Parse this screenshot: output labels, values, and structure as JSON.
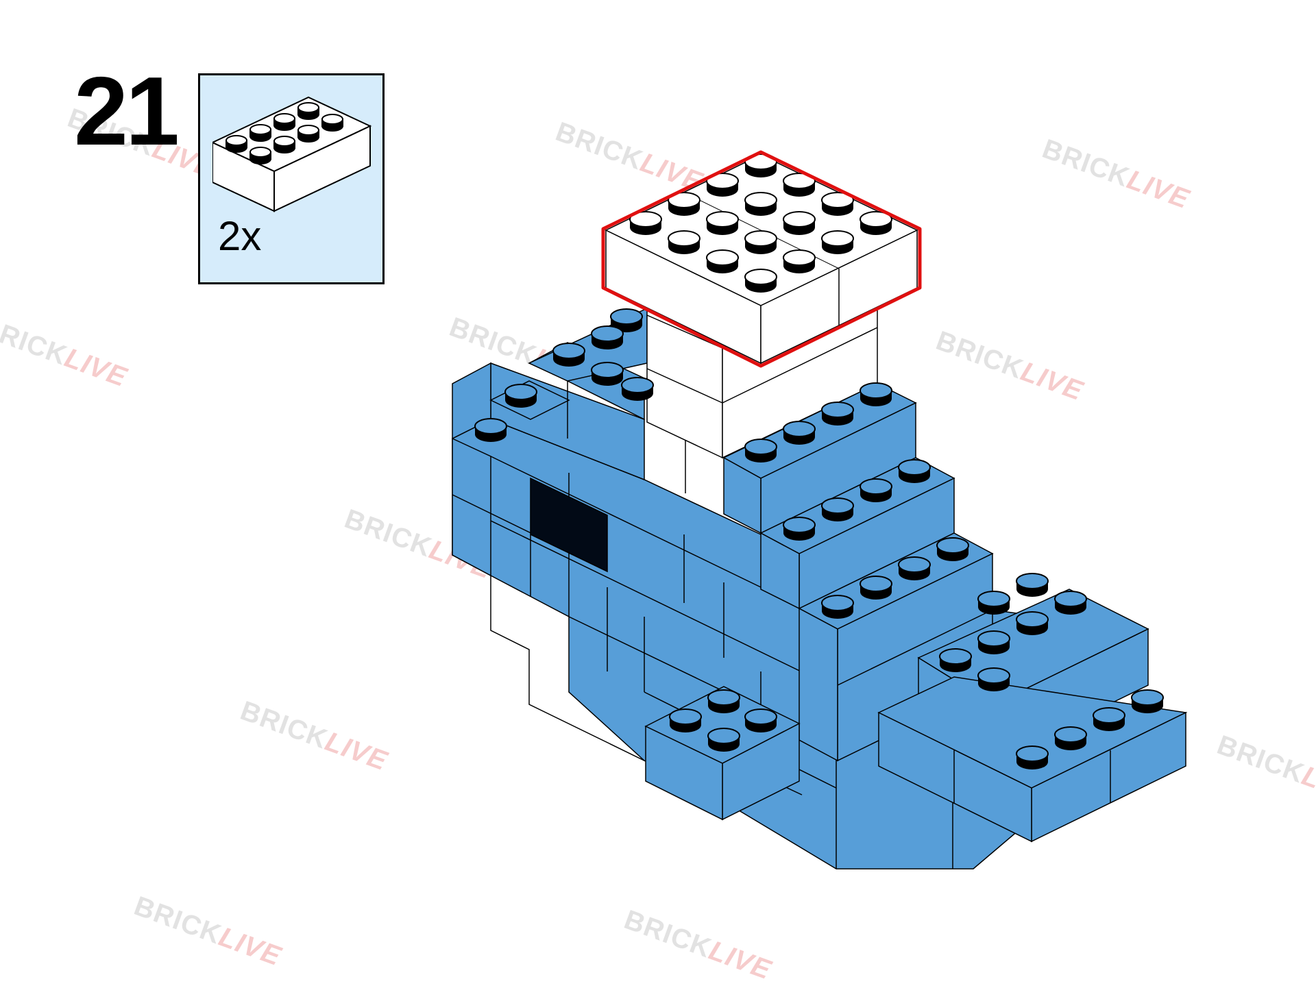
{
  "step": {
    "number": "21"
  },
  "parts_callout": {
    "quantity": "2x",
    "part": "white 2x4 brick",
    "part_color": "#ffffff"
  },
  "model": {
    "highlight_color": "#e01010",
    "colors": {
      "blue": "#579ed8",
      "white": "#ffffff",
      "eye": "#020a16",
      "outline": "#000000"
    }
  },
  "watermark": {
    "part1": "BRICK",
    "part2": "LIVE"
  }
}
